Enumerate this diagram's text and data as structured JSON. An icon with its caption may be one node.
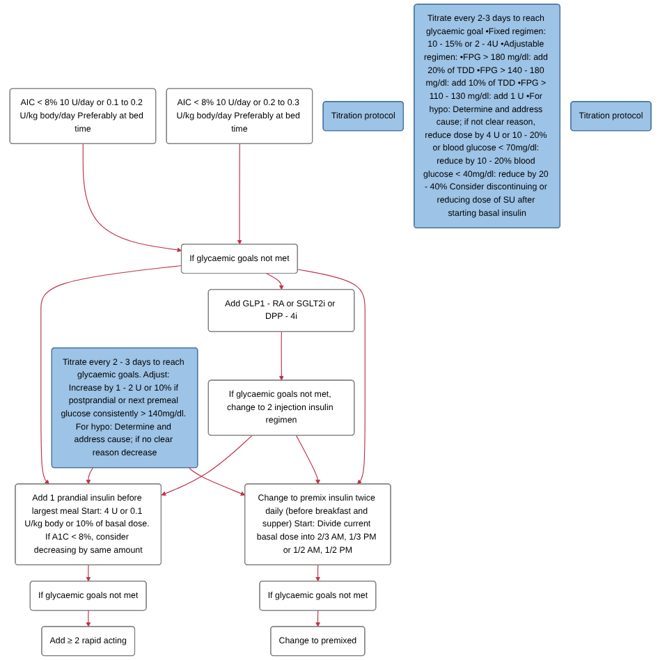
{
  "diagram": {
    "nodes": [
      {
        "text": [
          "AIC < 8% 10 U/day or 0.1 to 0.2 U/kg body/day Preferably at bed time"
        ]
      },
      {
        "text": [
          "AIC < 8% 10 U/day or 0.2 to 0.3 U/kg body/day Preferably at bed time"
        ]
      },
      {
        "text": [
          "Titration protocol"
        ]
      },
      {
        "text": [
          "Titrate every 2-3 days to reach glycaemic goal •Fixed regimen: 10 - 15% or 2 - 4U •Adjustable regimen: •FPG > 180 mg/dl: add 20% of TDD •FPG > 140 - 180 mg/dl: add 10% of TDD •FPG > 110 - 130 mg/dl: add 1 U •For hypo: Determine and address cause; if not clear reason, reduce dose by 4 U or 10 - 20% or blood glucose < 70mg/dl: reduce by 10 - 20% blood glucose < 40mg/dl: reduce by 20 - 40% Consider discontinuing or reducing dose of SU after starting basal insulin"
        ]
      },
      {
        "text": [
          "If glycaemic goals not met"
        ]
      },
      {
        "text": [
          "Add 1 prandial insulin before largest meal Start: 4 U or 0.1 U/kg body or 10% of basal dose. If A1C < 8%, consider decreasing by same amount"
        ]
      },
      {
        "text": [
          "Add GLP1 - RA or SGLT2i or DPP - 4i"
        ]
      },
      {
        "text": [
          "If glycaemic goals not met, change to 2 injection insulin regimen"
        ]
      },
      {
        "text": [
          "Change to premix insulin twice daily (before breakfast and supper) Start: Divide current basal dose into 2/3 AM, 1/3 PM or 1/2 AM, 1/2 PM"
        ]
      },
      {
        "text": [
          "Titration protocol"
        ]
      },
      {
        "text": [
          "Titrate every 2 - 3 days to reach glycaemic goals. Adjust: Increase by 1 - 2 U or 10% if postprandial or next premeal glucose consistently > 140mg/dl. For hypo: Determine and address cause; if no clear reason decrease"
        ]
      },
      {
        "text": [
          "If glycaemic goals not met"
        ]
      },
      {
        "text": [
          "If glycaemic goals not met"
        ]
      },
      {
        "text": [
          "Add ≥ 2 rapid acting"
        ]
      },
      {
        "text": [
          "Change to premixed"
        ]
      }
    ],
    "edges": [
      {
        "from": 0,
        "to": 4,
        "arrow": "to"
      },
      {
        "from": 1,
        "to": 4,
        "arrow": "to"
      },
      {
        "from": 4,
        "to": 5,
        "arrow": "to"
      },
      {
        "from": 4,
        "to": 6,
        "arrow": "to"
      },
      {
        "from": 4,
        "to": 8,
        "arrow": "to"
      },
      {
        "from": 6,
        "to": 7,
        "arrow": "to"
      },
      {
        "from": 7,
        "to": 5,
        "arrow": "to"
      },
      {
        "from": 7,
        "to": 8,
        "arrow": "to"
      },
      {
        "from": 10,
        "to": 5,
        "arrow": "to"
      },
      {
        "from": 10,
        "to": 8,
        "arrow": "to"
      },
      {
        "from": 5,
        "to": 11,
        "arrow": "to"
      },
      {
        "from": 8,
        "to": 12,
        "arrow": "to"
      },
      {
        "from": 11,
        "to": 13,
        "arrow": "to"
      },
      {
        "from": 12,
        "to": 14,
        "arrow": "to"
      }
    ]
  }
}
